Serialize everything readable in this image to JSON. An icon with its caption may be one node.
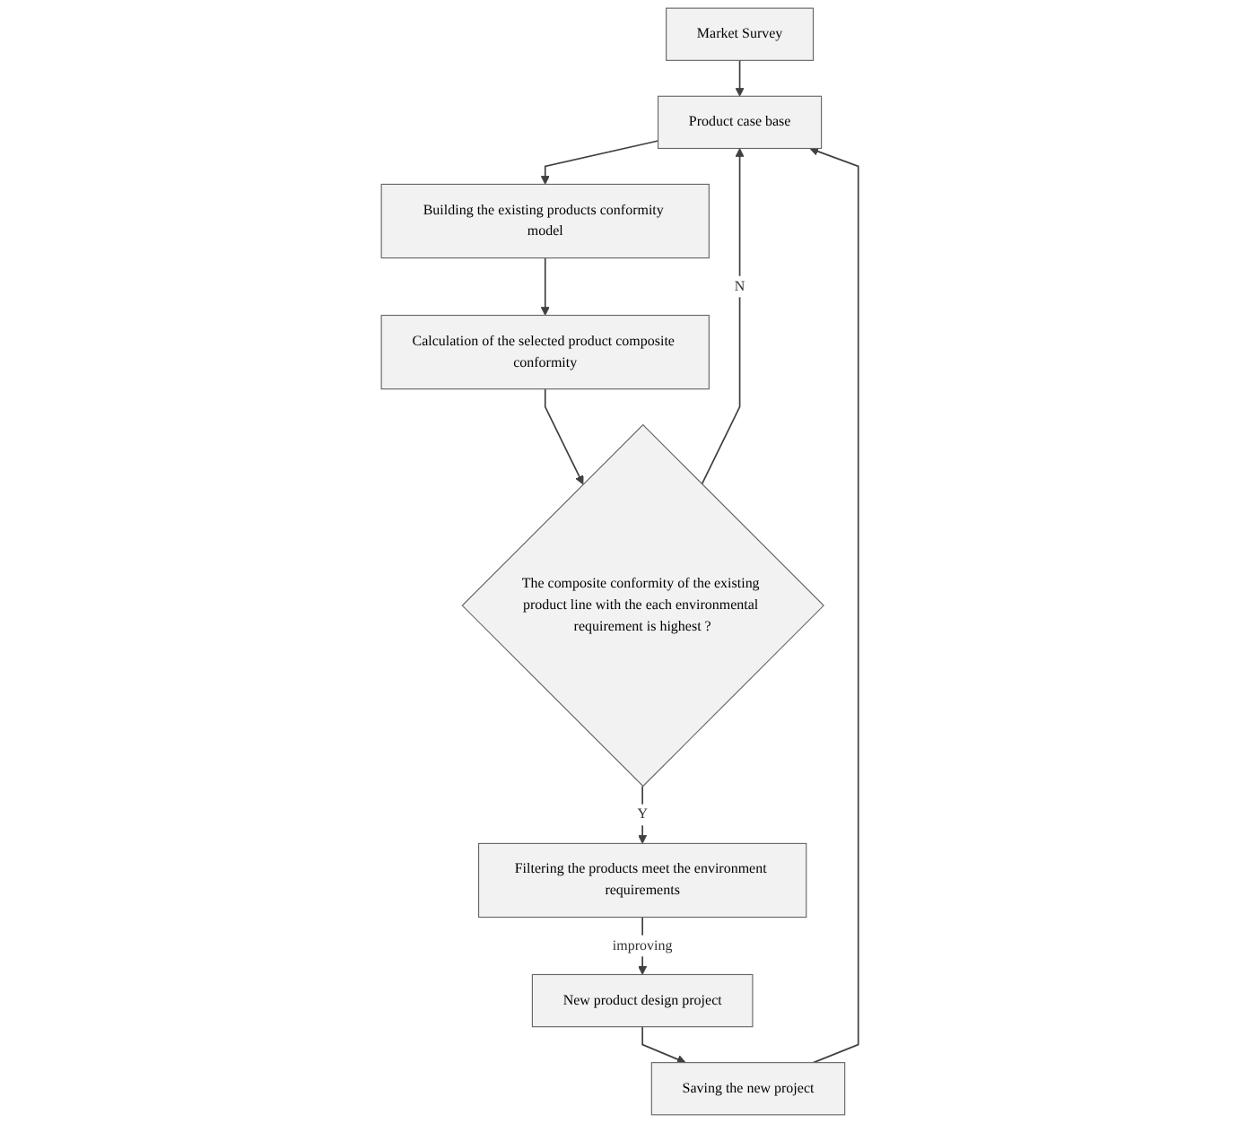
{
  "diagram": {
    "nodes": [
      {
        "text": [
          "Market Survey"
        ]
      },
      {
        "text": [
          "Product case base"
        ]
      },
      {
        "text": [
          "Building the existing products conformity model"
        ]
      },
      {
        "text": [
          "Calculation of the selected product composite conformity"
        ]
      },
      {
        "text": [
          "The composite conformity of the existing product line with the each environmental requirement is highest ?"
        ]
      },
      {
        "text": [
          "Filtering the products meet the environment requirements"
        ]
      },
      {
        "text": [
          "New product design project"
        ]
      },
      {
        "text": [
          "Saving the new project"
        ]
      }
    ],
    "edges": [
      {
        "from": 0,
        "to": 1,
        "arrow": "to"
      },
      {
        "from": 1,
        "to": 2,
        "arrow": "to"
      },
      {
        "from": 2,
        "to": 3,
        "arrow": "to"
      },
      {
        "from": 3,
        "to": 4,
        "arrow": "to"
      },
      {
        "from": 4,
        "to": 5,
        "label": "Y",
        "arrow": "to"
      },
      {
        "from": 5,
        "to": 6,
        "label": "improving",
        "arrow": "to"
      },
      {
        "from": 6,
        "to": 7,
        "arrow": "to"
      },
      {
        "from": 7,
        "to": 1,
        "arrow": "to"
      },
      {
        "from": 4,
        "to": 1,
        "label": "N",
        "arrow": "to"
      }
    ]
  }
}
